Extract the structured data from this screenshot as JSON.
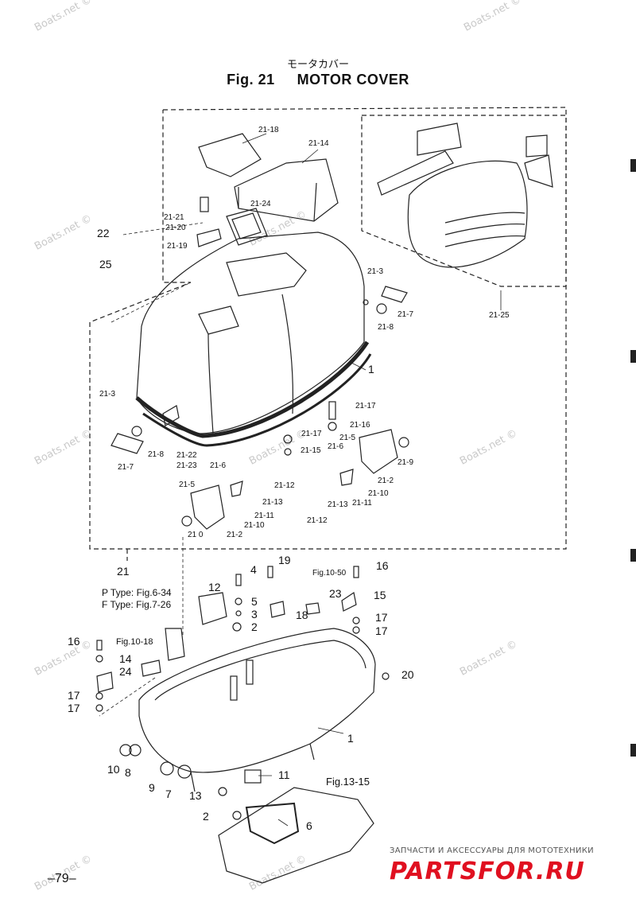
{
  "title": {
    "japanese": "モータカバー",
    "fig": "Fig. 21",
    "name": "MOTOR COVER"
  },
  "watermark": "Boats.net ©",
  "page_number": "–79–",
  "brand": {
    "tagline": "ЗАПЧАСТИ И АКСЕССУАРЫ ДЛЯ МОТОТЕХНИКИ",
    "name": "PARTSFOR.RU"
  },
  "notes": {
    "p_type": "P Type: Fig.6-34",
    "f_type": "F Type: Fig.7-26",
    "fig_10_50": "Fig.10-50",
    "fig_10_18": "Fig.10-18",
    "fig_13_15": "Fig.13-15"
  },
  "callouts_upper": [
    "21-18",
    "21-14",
    "21-24",
    "21-21",
    "21-20",
    "21-19",
    "21-3",
    "21-8",
    "21-7",
    "21-25",
    "21-17",
    "21-16",
    "21-5",
    "21-6",
    "21-15",
    "21-9",
    "21-2",
    "21-10",
    "21-11",
    "21-13",
    "21-12",
    "21-22",
    "21-23",
    "21 0",
    "21"
  ],
  "callouts_lower": [
    "22",
    "25",
    "1",
    "4",
    "5",
    "3",
    "2",
    "19",
    "16",
    "23",
    "15",
    "17",
    "12",
    "18",
    "14",
    "24",
    "20",
    "10",
    "8",
    "9",
    "7",
    "13",
    "11",
    "6"
  ],
  "colors": {
    "line": "#222222",
    "watermark": "#c9c9c9",
    "brand": "#e01020"
  }
}
